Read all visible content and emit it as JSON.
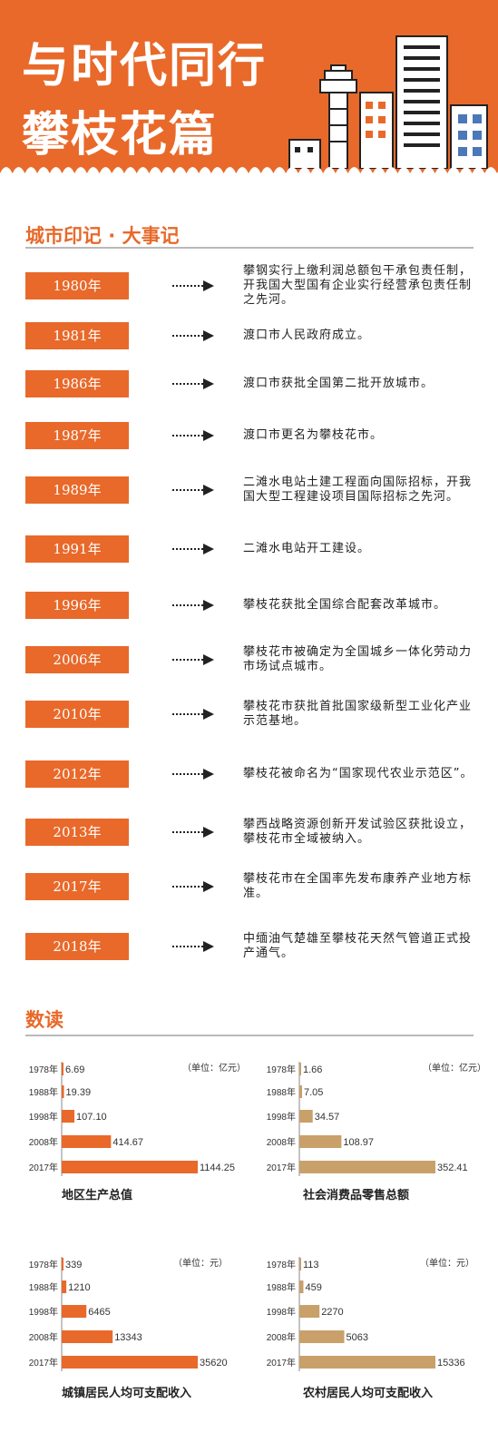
{
  "header": {
    "title_line1": "与时代同行",
    "title_line2": "攀枝花篇"
  },
  "timeline": {
    "title": "城市印记 · 大事记",
    "events": [
      {
        "year": "1980年",
        "text": "攀钢实行上缴利润总额包干承包责任制，开我国大型国有企业实行经营承包责任制之先河。"
      },
      {
        "year": "1981年",
        "text": "渡口市人民政府成立。"
      },
      {
        "year": "1986年",
        "text": "渡口市获批全国第二批开放城市。"
      },
      {
        "year": "1987年",
        "text": "渡口市更名为攀枝花市。"
      },
      {
        "year": "1989年",
        "text": "二滩水电站土建工程面向国际招标，开我国大型工程建设项目国际招标之先河。"
      },
      {
        "year": "1991年",
        "text": "二滩水电站开工建设。"
      },
      {
        "year": "1996年",
        "text": "攀枝花获批全国综合配套改革城市。"
      },
      {
        "year": "2006年",
        "text": "攀枝花市被确定为全国城乡一体化劳动力市场试点城市。"
      },
      {
        "year": "2010年",
        "text": "攀枝花市获批首批国家级新型工业化产业示范基地。"
      },
      {
        "year": "2012年",
        "text": "攀枝花被命名为“国家现代农业示范区”。"
      },
      {
        "year": "2013年",
        "text": "攀西战略资源创新开发试验区获批设立，攀枝花市全域被纳入。"
      },
      {
        "year": "2017年",
        "text": "攀枝花市在全国率先发布康养产业地方标准。"
      },
      {
        "year": "2018年",
        "text": "中缅油气楚雄至攀枝花天然气管道正式投产通气。"
      }
    ]
  },
  "data_section": {
    "title": "数读"
  },
  "chart_data": [
    {
      "type": "bar",
      "orientation": "horizontal",
      "title": "地区生产总值",
      "unit": "（单位：亿元）",
      "categories": [
        "1978年",
        "1988年",
        "1998年",
        "2008年",
        "2017年"
      ],
      "values": [
        6.69,
        19.39,
        107.1,
        414.67,
        1144.25
      ],
      "labels": [
        "6.69",
        "19.39",
        "107.10",
        "414.67",
        "1144.25"
      ],
      "color": "#e8692a"
    },
    {
      "type": "bar",
      "orientation": "horizontal",
      "title": "社会消费品零售总额",
      "unit": "（单位：亿元）",
      "categories": [
        "1978年",
        "1988年",
        "1998年",
        "2008年",
        "2017年"
      ],
      "values": [
        1.66,
        7.05,
        34.57,
        108.97,
        352.41
      ],
      "labels": [
        "1.66",
        "7.05",
        "34.57",
        "108.97",
        "352.41"
      ],
      "color": "#c9a06a"
    },
    {
      "type": "bar",
      "orientation": "horizontal",
      "title": "城镇居民人均可支配收入",
      "unit": "（单位：元）",
      "categories": [
        "1978年",
        "1988年",
        "1998年",
        "2008年",
        "2017年"
      ],
      "values": [
        339,
        1210,
        6465,
        13343,
        35620
      ],
      "labels": [
        "339",
        "1210",
        "6465",
        "13343",
        "35620"
      ],
      "color": "#e8692a"
    },
    {
      "type": "bar",
      "orientation": "horizontal",
      "title": "农村居民人均可支配收入",
      "unit": "（单位：元）",
      "categories": [
        "1978年",
        "1988年",
        "1998年",
        "2008年",
        "2017年"
      ],
      "values": [
        113,
        459,
        2270,
        5063,
        15336
      ],
      "labels": [
        "113",
        "459",
        "2270",
        "5063",
        "15336"
      ],
      "color": "#c9a06a"
    }
  ]
}
